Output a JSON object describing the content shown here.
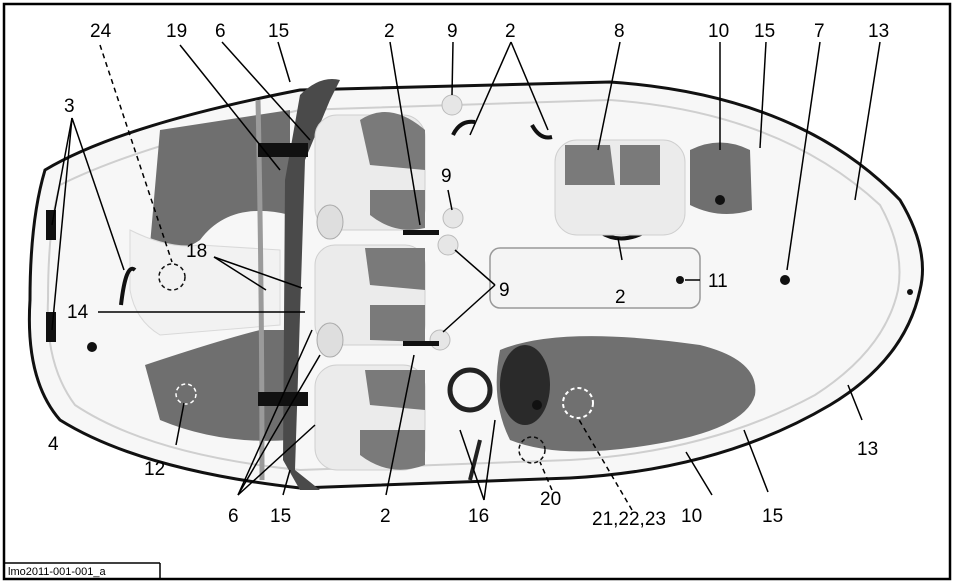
{
  "figure_id": "lmo2011-001-001_a",
  "callouts": {
    "c24": "24",
    "c19": "19",
    "c6a": "6",
    "c15a": "15",
    "c2a": "2",
    "c9a": "9",
    "c2b": "2",
    "c8": "8",
    "c10a": "10",
    "c15b": "15",
    "c7": "7",
    "c13a": "13",
    "c3": "3",
    "c9b": "9",
    "c18": "18",
    "c9c": "9",
    "c11": "11",
    "c2c": "2",
    "c14": "14",
    "c4": "4",
    "c12": "12",
    "c13b": "13",
    "c6b": "6",
    "c15c": "15",
    "c2d": "2",
    "c16": "16",
    "c21": "21,22,23",
    "c20": "20",
    "c10b": "10",
    "c15d": "15"
  },
  "colors": {
    "hull": "#f7f7f7",
    "hull_outline": "#111111",
    "mat": "#6f6f6f",
    "seat_light": "#ebebeb",
    "seat_dark": "#7a7a7a",
    "console": "#707070",
    "frame": "#000000"
  }
}
